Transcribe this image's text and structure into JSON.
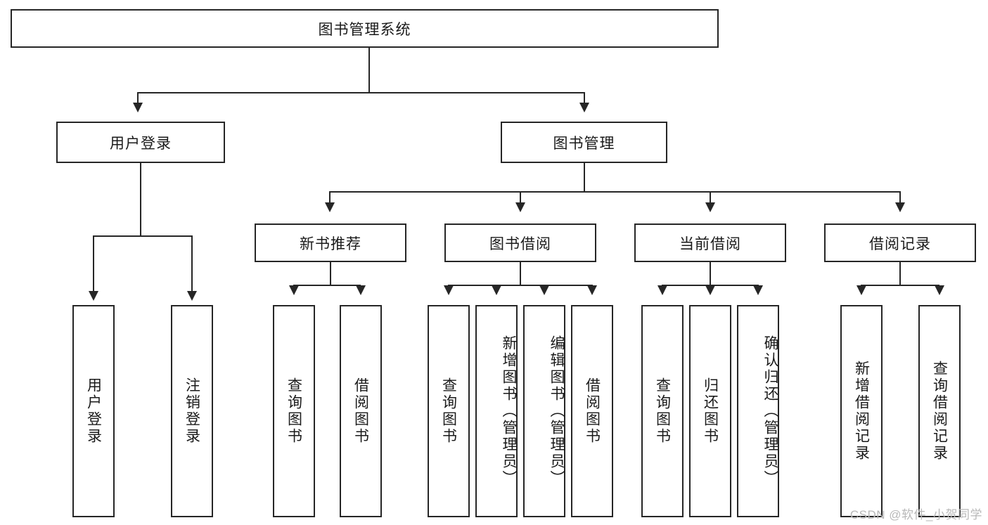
{
  "diagram": {
    "title": "图书管理系统",
    "root": {
      "label": "图书管理系统"
    },
    "level1": [
      {
        "label": "用户登录"
      },
      {
        "label": "图书管理"
      }
    ],
    "level2": [
      {
        "label": "新书推荐"
      },
      {
        "label": "图书借阅"
      },
      {
        "label": "当前借阅"
      },
      {
        "label": "借阅记录"
      }
    ],
    "leaves": {
      "user_login": [
        {
          "label": "用户登录"
        },
        {
          "label": "注销登录"
        }
      ],
      "new_book_recommend": [
        {
          "label": "查询图书"
        },
        {
          "label": "借阅图书"
        }
      ],
      "book_borrow": [
        {
          "label": "查询图书"
        },
        {
          "label": "新增图书（管理员）"
        },
        {
          "label": "编辑图书（管理员）"
        },
        {
          "label": "借阅图书"
        }
      ],
      "current_borrow": [
        {
          "label": "查询图书"
        },
        {
          "label": "归还图书"
        },
        {
          "label": "确认归还（管理员）"
        }
      ],
      "borrow_record": [
        {
          "label": "新增借阅记录"
        },
        {
          "label": "查询借阅记录"
        }
      ]
    }
  },
  "watermark": {
    "text": "CSDN @软件_小贺同学"
  },
  "colors": {
    "stroke": "#262626",
    "background": "#ffffff",
    "text": "#1a1a1a",
    "watermark": "#b8b8b8"
  }
}
